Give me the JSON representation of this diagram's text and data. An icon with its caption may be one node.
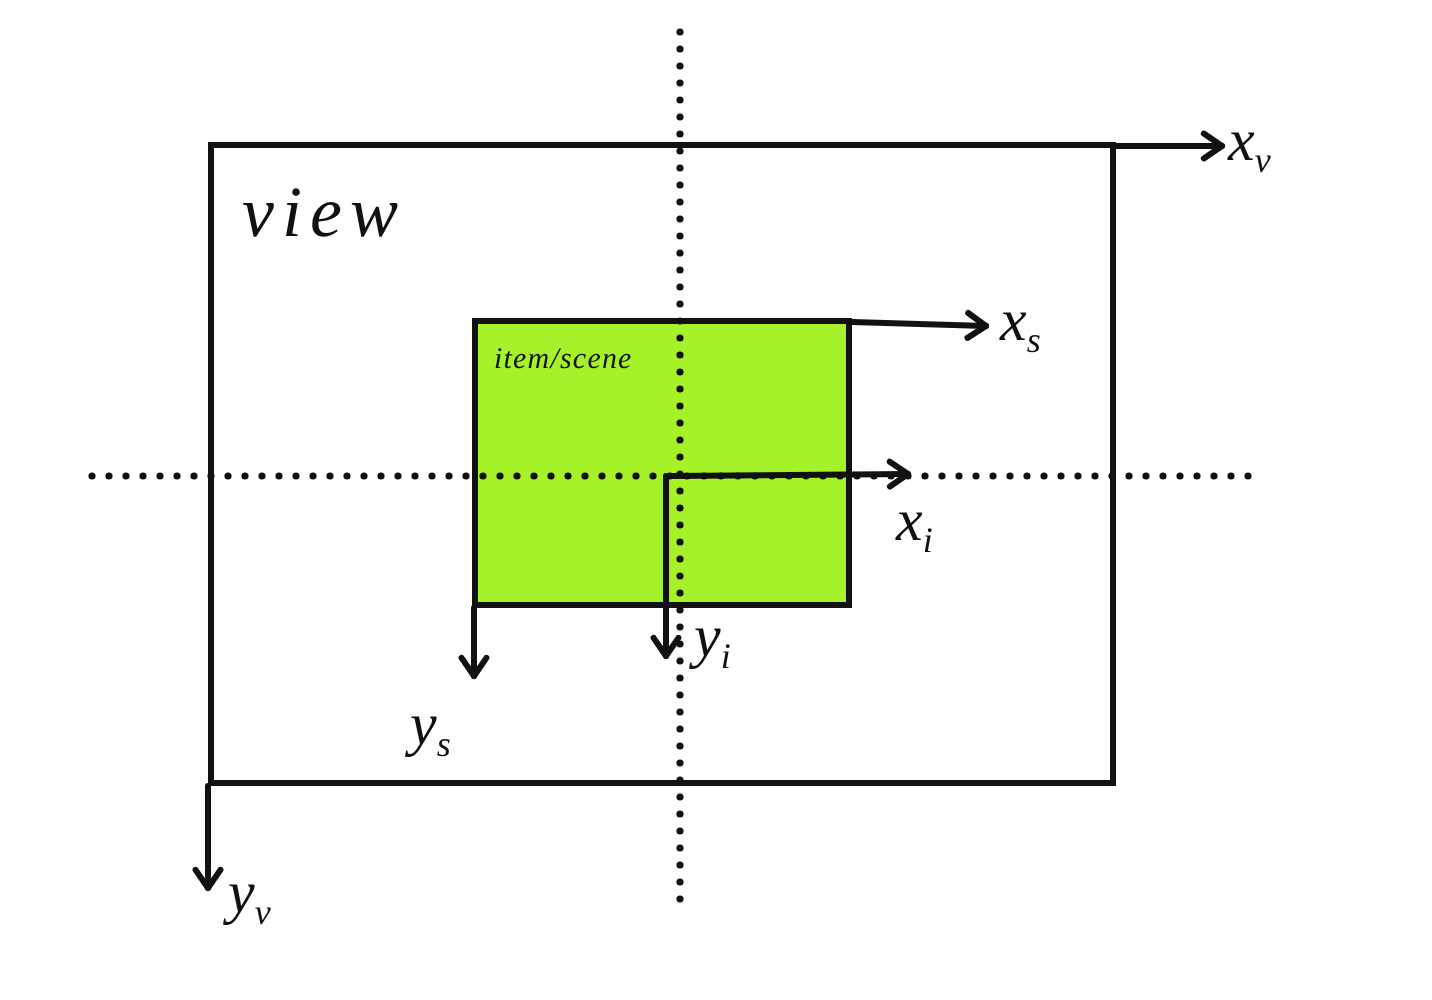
{
  "diagram": {
    "nodes": [
      {
        "text": [
          "view"
        ]
      },
      {
        "text": [
          "item/scene"
        ],
        "in": 0
      }
    ],
    "labels": [
      "x$_{v}$",
      "x$_{s}$",
      "x$_{i}$",
      "y$_{i}$",
      "y$_{s}$",
      "y$_{v}$"
    ]
  }
}
